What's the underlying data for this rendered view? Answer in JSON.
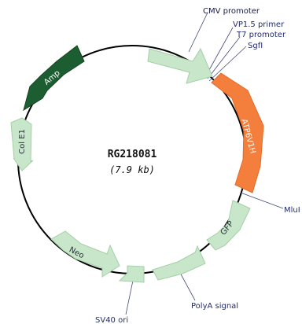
{
  "plasmid": {
    "name": "RG218081",
    "size": "(7.9 kb)"
  },
  "colors": {
    "backbone": "#000000",
    "feature_light": "#c8e6c9",
    "feature_light_stroke": "#a5cfa8",
    "amp": "#1c5e31",
    "insert": "#f47f3d",
    "label_blue": "#222c6e"
  },
  "features": {
    "cmv_promoter": "CMV promoter",
    "atp6v1h": "ATP6V1H",
    "gfp": "GFP",
    "neo": "Neo",
    "sv40_ori": "SV40 ori",
    "col_e1": "Col E1",
    "amp": "Amp"
  },
  "annotations": {
    "cmv_promoter": "CMV promoter",
    "vp15_primer": "VP1.5 primer",
    "t7_promoter": "T7 promoter",
    "sgfi": "SgfI",
    "mlui": "MluI",
    "polya_signal": "PolyA signal",
    "sv40_ori": "SV40 ori"
  }
}
